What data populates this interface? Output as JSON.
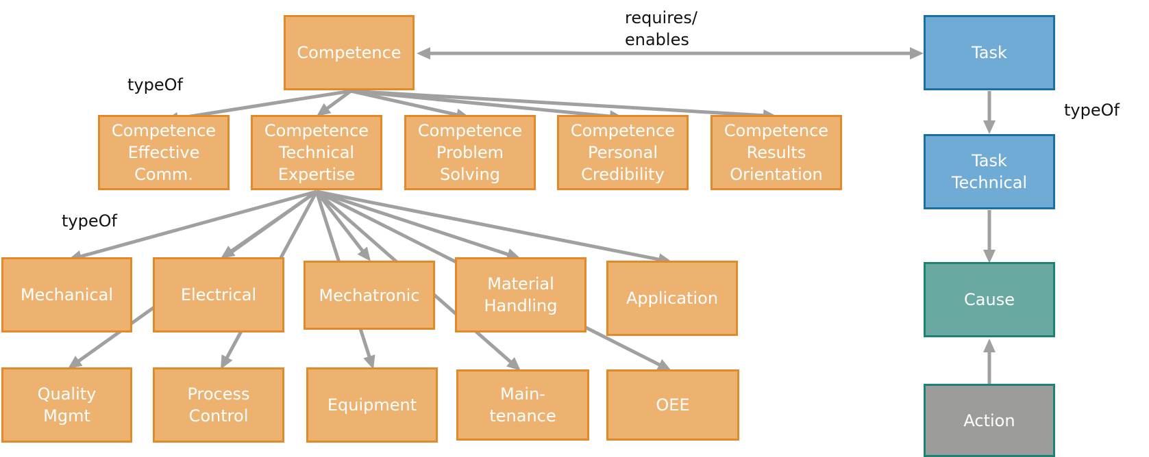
{
  "colors": {
    "orange_fill": "#EEB270",
    "orange_border": "#E28A2A",
    "blue_fill": "#70ABD6",
    "blue_border": "#1A6FA3",
    "teal_fill": "#69A9A1",
    "teal_border": "#1B8374",
    "gray_fill": "#9C9C9A",
    "edge": "#A0A0A0"
  },
  "nodes": {
    "competence": "Competence",
    "comp_effective_comm": "Competence\nEffective\nComm.",
    "comp_technical_expertise": "Competence\nTechnical\nExpertise",
    "comp_problem_solving": "Competence\nProblem\nSolving",
    "comp_personal_credibility": "Competence\nPersonal\nCredibility",
    "comp_results_orientation": "Competence\nResults\nOrientation",
    "mechanical": "Mechanical",
    "electrical": "Electrical",
    "mechatronic": "Mechatronic",
    "material_handling": "Material\nHandling",
    "application": "Application",
    "quality_mgmt": "Quality\nMgmt",
    "process_control": "Process\nControl",
    "equipment": "Equipment",
    "maintenance": "Main-\ntenance",
    "oee": "OEE",
    "task": "Task",
    "task_technical": "Task\nTechnical",
    "cause": "Cause",
    "action": "Action"
  },
  "edge_labels": {
    "requires_enables": "requires/\nenables",
    "typeof_competence": "typeOf",
    "typeof_technical": "typeOf",
    "typeof_task": "typeOf"
  }
}
